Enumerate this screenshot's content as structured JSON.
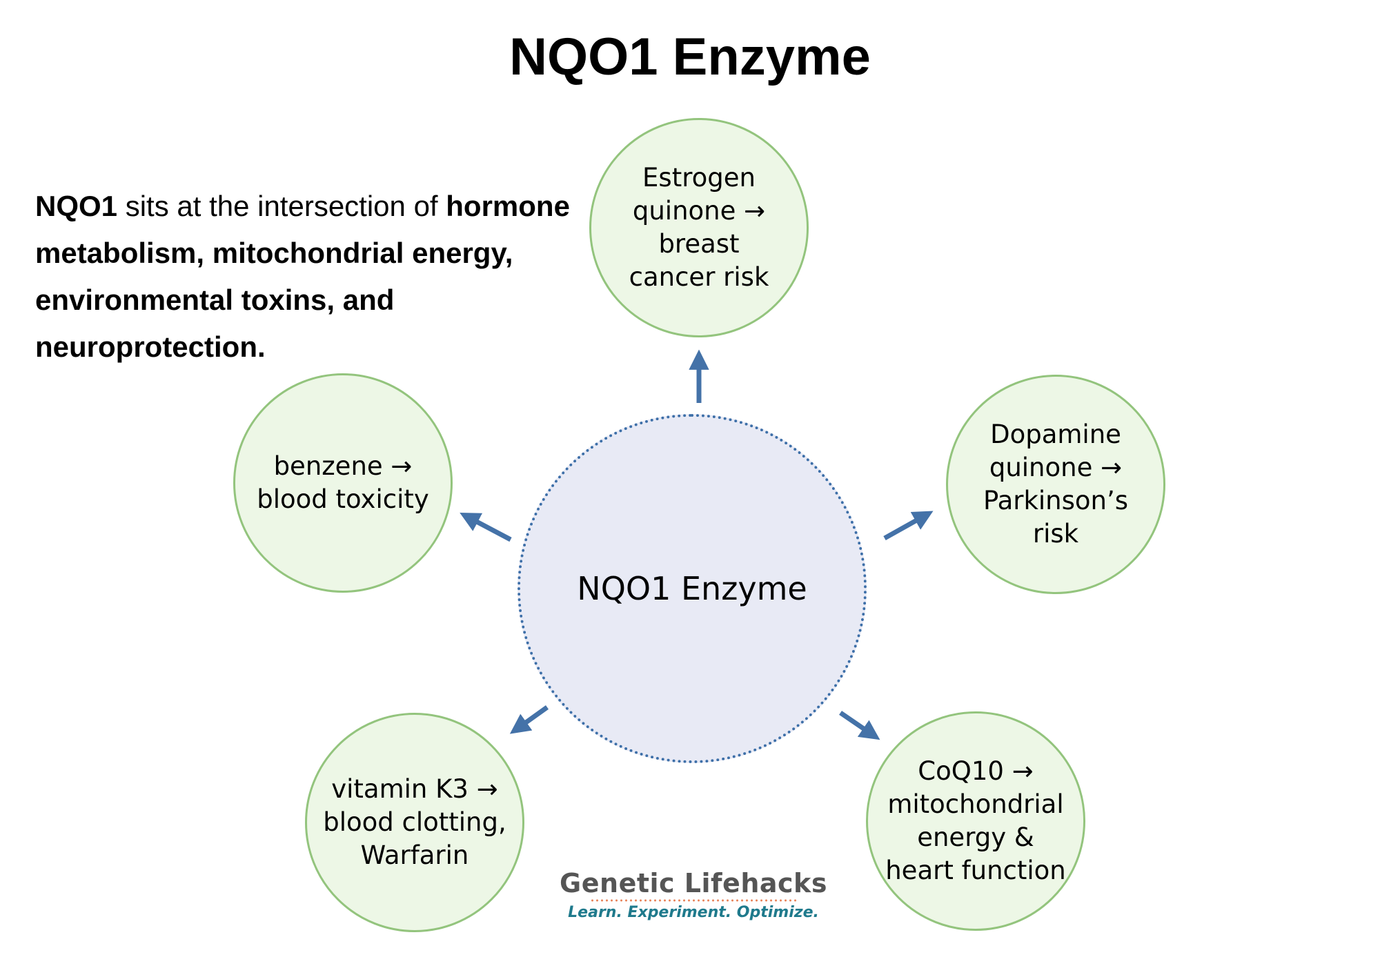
{
  "title": "NQO1 Enzyme",
  "intro": {
    "lead_bold": "NQO1",
    "lead_rest": " sits at the intersection of ",
    "bold_rest": "hormone metabolism, mitochondrial energy, environmental toxins, and neuroprotection."
  },
  "center": {
    "label": "NQO1 Enzyme"
  },
  "nodes": {
    "estrogen": {
      "lines": [
        "Estrogen",
        "quinone →",
        "breast",
        "cancer risk"
      ]
    },
    "dopamine": {
      "lines": [
        "Dopamine",
        "quinone →",
        "Parkinson’s",
        "risk"
      ]
    },
    "coq10": {
      "lines": [
        "CoQ10 →",
        "mitochondrial",
        "energy &",
        "heart function"
      ]
    },
    "vitamin_k3": {
      "lines": [
        "vitamin K3 →",
        "blood clotting,",
        "Warfarin"
      ]
    },
    "benzene": {
      "lines": [
        "benzene →",
        "blood toxicity"
      ]
    }
  },
  "logo": {
    "name": "Genetic Lifehacks",
    "tagline": "Learn. Experiment. Optimize."
  },
  "colors": {
    "node_border": "#93c47d",
    "node_fill": "#edf7e6",
    "center_fill": "#e8eaf5",
    "center_border": "#3d6fa8",
    "arrow": "#4472a8",
    "logo_name": "#555555",
    "logo_dots": "#e8845a",
    "logo_tagline": "#1f7a8c"
  }
}
